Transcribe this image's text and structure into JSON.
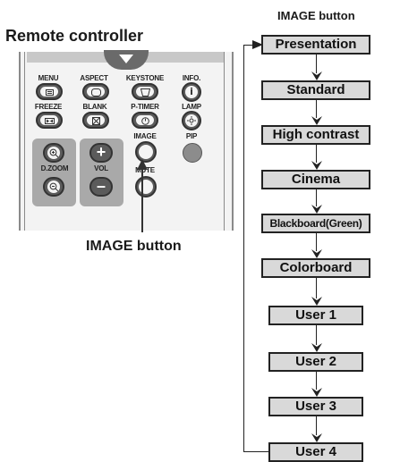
{
  "remote": {
    "title": "Remote controller",
    "labels": {
      "menu": "MENU",
      "aspect": "ASPECT",
      "keystone": "KEYSTONE",
      "info": "INFO.",
      "freeze": "FREEZE",
      "blank": "BLANK",
      "ptimer": "P-TIMER",
      "lamp": "LAMP",
      "image": "IMAGE",
      "pip": "PIP",
      "dzoom": "D.ZOOM",
      "vol": "VOL",
      "mute": "MUTE"
    },
    "caption": "IMAGE button"
  },
  "flow": {
    "title": "IMAGE button",
    "modes": [
      "Presentation",
      "Standard",
      "High contrast",
      "Cinema",
      "Blackboard(Green)",
      "Colorboard",
      "User 1",
      "User 2",
      "User 3",
      "User 4"
    ]
  },
  "colors": {
    "button_dark": "#5b5b5b",
    "box_fill": "#d9d9d9",
    "panel_gray": "#a9a9a9"
  }
}
